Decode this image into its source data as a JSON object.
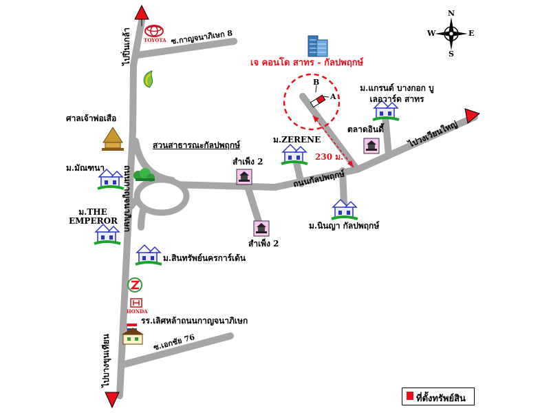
{
  "map": {
    "project_title": "เจ คอนโด สาทร - กัลปพฤกษ์",
    "distance": "230 ม.",
    "marker_b": "B",
    "marker_a": "A",
    "compass": {
      "n": "N",
      "s": "S",
      "e": "E",
      "w": "W"
    },
    "roads": {
      "to_pinklao": "ไปปิ่นเกล้า",
      "to_bangkhunthian": "ไปบางขุนเทียน",
      "kanchanaphisek": "ถนนกาญจนาภิเษก",
      "kanchanaphisek_8": "ซ.กาญจนาภิเษก 8",
      "ekkachai_76": "ซ.เอกชัย 76",
      "kanlapaphruek": "ถนนกัลปพฤกษ์",
      "to_wongwaen": "ไปวงเวียนใหญ่"
    },
    "places": {
      "toyota": "TOYOTA",
      "honda": "HONDA",
      "shrine": "ศาลเจ้าพ่อเสือ",
      "park": "สวนสาธารณะกัลปพฤกษ์",
      "montana": "ม.มัณฑนา",
      "emperor": "ม.THE EMPEROR",
      "sinsap": "ม.สินทรัพย์นครการ์เด้น",
      "school": "รร.เลิศหล้าถนนกาญจนาภิเษก",
      "zerene": "ม.ZERENE",
      "samphueng_top": "สำเพ็ง 2",
      "samphueng_bottom": "สำเพ็ง 2",
      "talad_indy": "ตลาดอินดี้",
      "grand_bangkok": "ม.แกรนด์ บางกอก บูเลอวาร์ด สาทร",
      "ninya": "ม.นินญา กัลปพฤกษ์"
    },
    "legend": {
      "label": "ที่ตั้งทรัพย์สิน",
      "color": "#e8101a"
    },
    "colors": {
      "road": "#a6a6a6",
      "accent": "#e8101a",
      "pink_sign": "#f7c6ee"
    }
  }
}
